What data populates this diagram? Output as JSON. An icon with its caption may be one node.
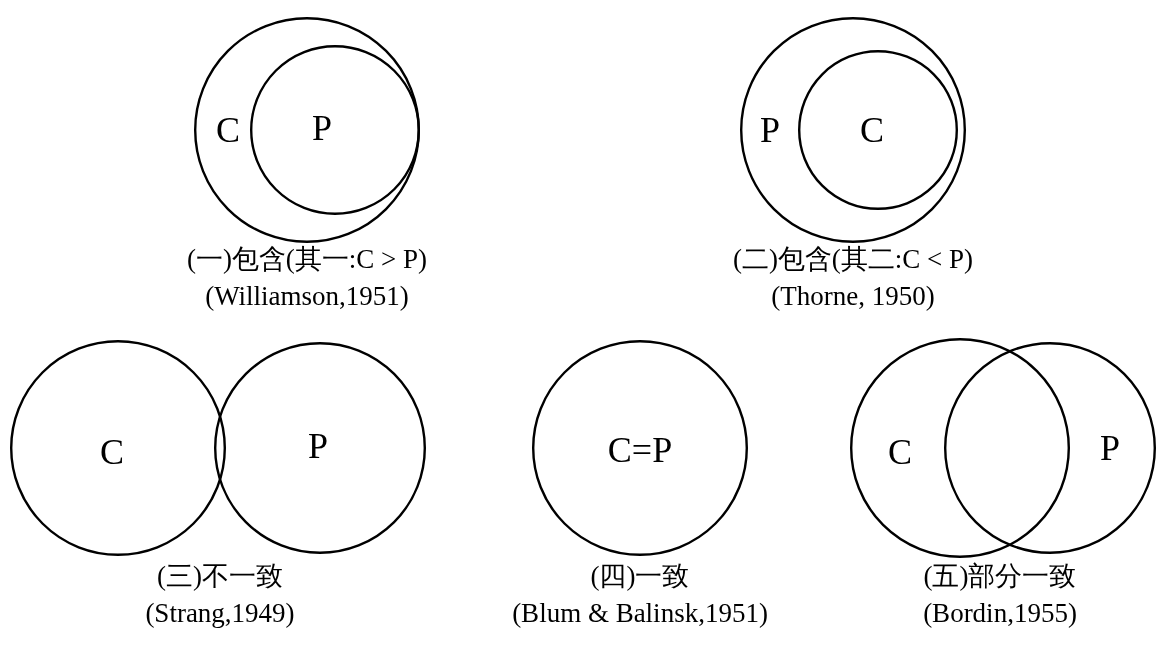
{
  "diagram": {
    "nodes": [
      {
        "text": [
          "C"
        ]
      },
      {
        "text": [
          "P"
        ],
        "in": 0
      },
      {
        "text": [
          "P"
        ]
      },
      {
        "text": [
          "C"
        ],
        "in": 2
      },
      {
        "text": [
          "C"
        ]
      },
      {
        "text": [
          "P"
        ]
      },
      {
        "text": [
          "C=P"
        ]
      },
      {
        "text": [
          "C"
        ]
      },
      {
        "text": [
          "P"
        ]
      }
    ],
    "labels": [
      "(一)包含(其一:C > P)",
      "(Williamson,1951)",
      "(二)包含(其二:C < P)",
      "(Thorne, 1950)",
      "(三)不一致",
      "(Strang,1949)",
      "(四)一致",
      "(Blum & Balinsk,1951)",
      "(五)部分一致",
      "(Bordin,1955)"
    ]
  }
}
